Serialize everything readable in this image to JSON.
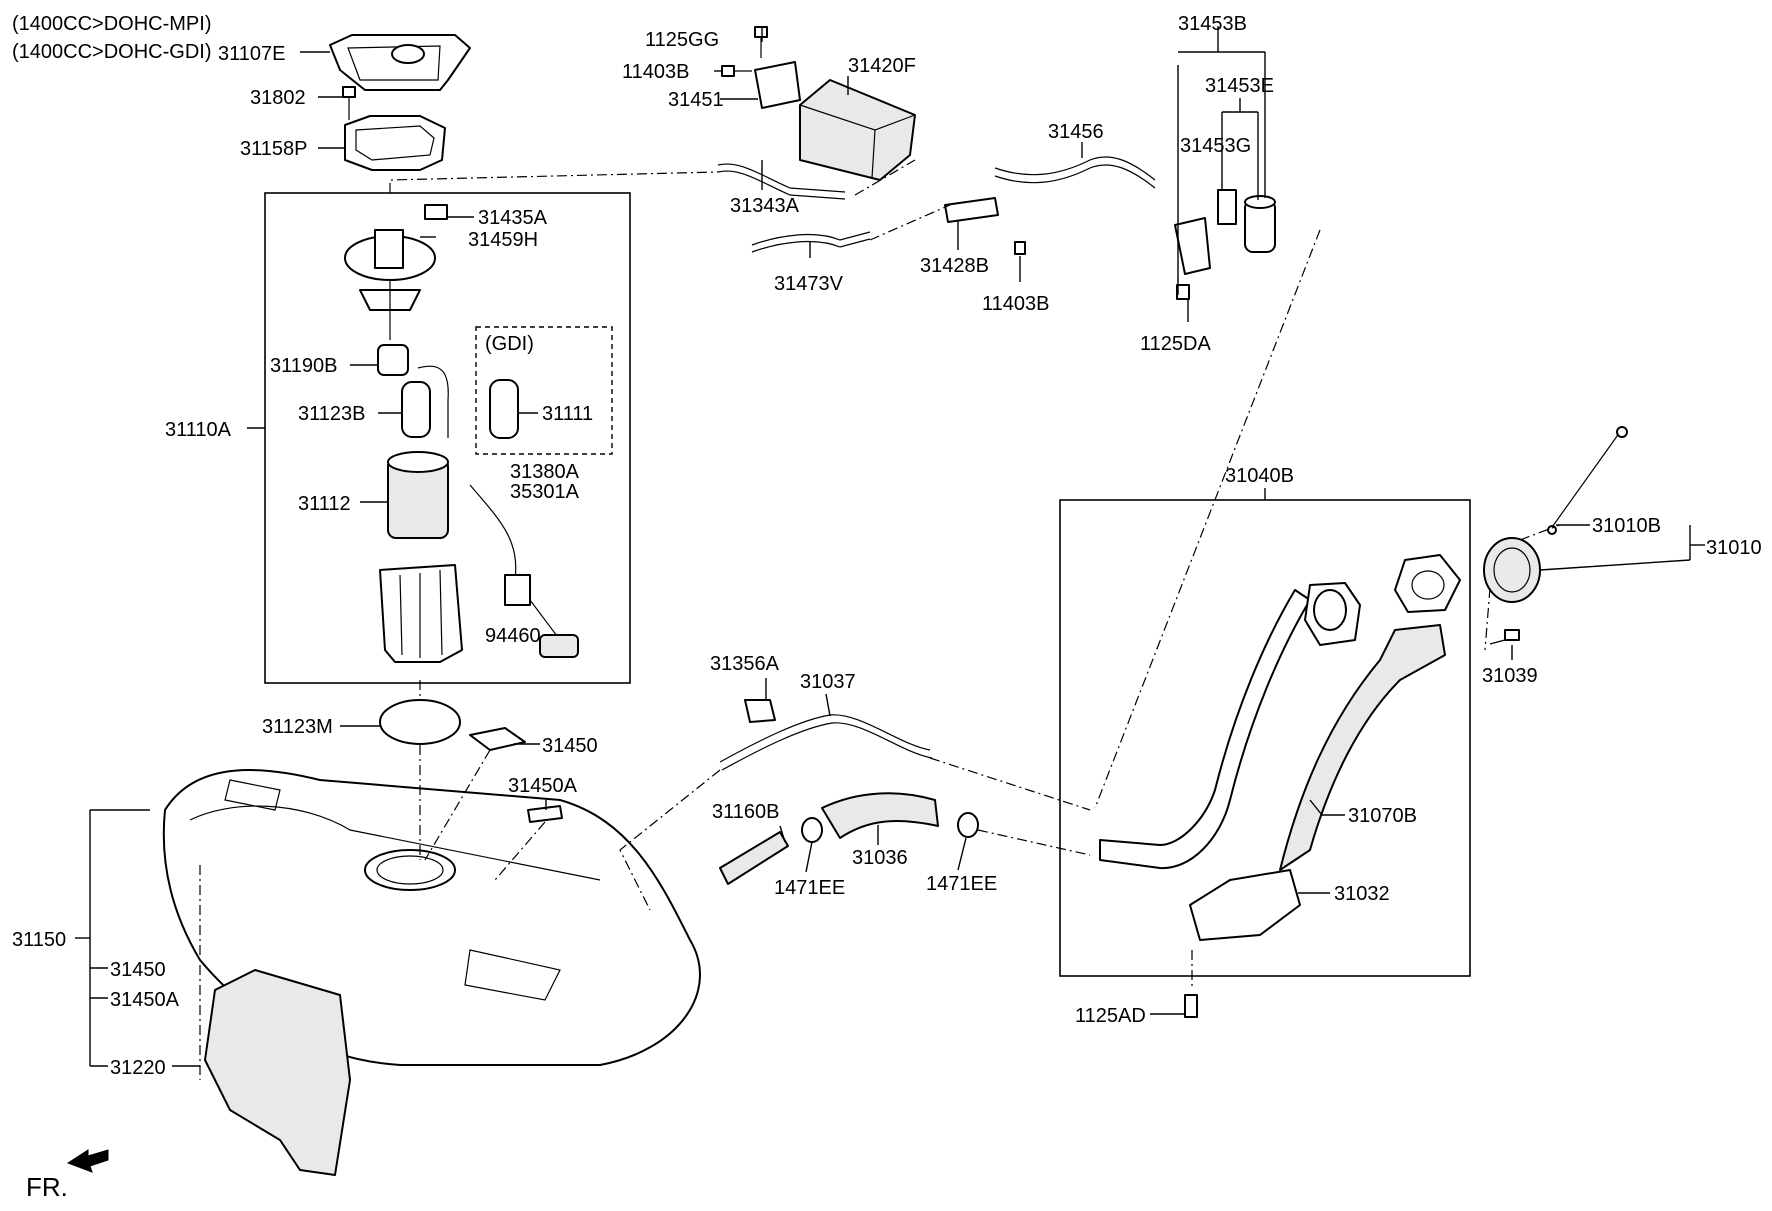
{
  "notes": {
    "line1": "(1400CC>DOHC-MPI)",
    "line2": "(1400CC>DOHC-GDI)",
    "gdi": "(GDI)"
  },
  "parts": {
    "p31107E": "31107E",
    "p31802": "31802",
    "p31158P": "31158P",
    "p31435A": "31435A",
    "p31459H": "31459H",
    "p31190B": "31190B",
    "p31123B": "31123B",
    "p31111": "31111",
    "p31110A": "31110A",
    "p31380A": "31380A",
    "p35301A": "35301A",
    "p31112": "31112",
    "p94460": "94460",
    "p31123M": "31123M",
    "p31450_top": "31450",
    "p31450A_top": "31450A",
    "p31150": "31150",
    "p31450_left": "31450",
    "p31450A_left": "31450A",
    "p31220": "31220",
    "p1125GG": "1125GG",
    "p11403B_top": "11403B",
    "p31451": "31451",
    "p31420F": "31420F",
    "p31343A": "31343A",
    "p31473V": "31473V",
    "p31428B": "31428B",
    "p11403B_bottom": "11403B",
    "p31456": "31456",
    "p31453B": "31453B",
    "p31453E": "31453E",
    "p31453G": "31453G",
    "p1125DA": "1125DA",
    "p31040B": "31040B",
    "p31010B": "31010B",
    "p31010": "31010",
    "p31039": "31039",
    "p31356A": "31356A",
    "p31037": "31037",
    "p31160B": "31160B",
    "p31036": "31036",
    "p1471EE_left": "1471EE",
    "p1471EE_right": "1471EE",
    "p31070B": "31070B",
    "p31032": "31032",
    "p1125AD": "1125AD"
  },
  "direction": {
    "label": "FR."
  }
}
